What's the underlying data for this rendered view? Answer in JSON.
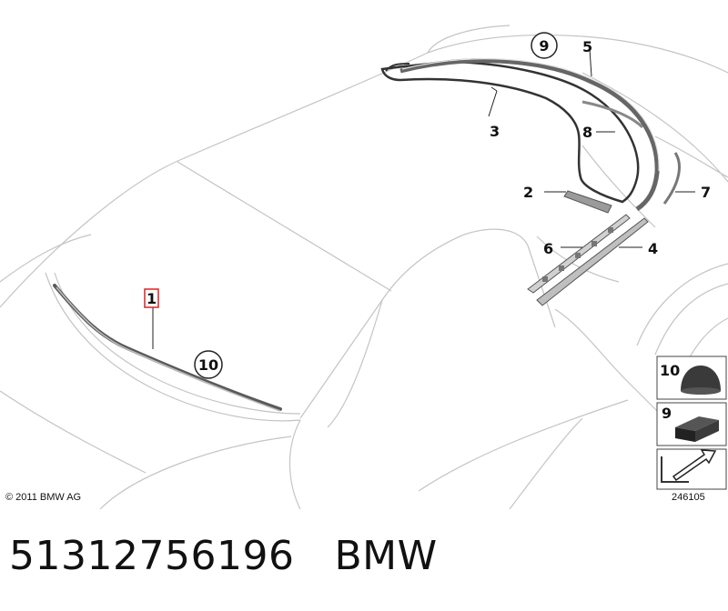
{
  "diagram": {
    "callouts": {
      "c1": "1",
      "c2": "2",
      "c3": "3",
      "c4": "4",
      "c5": "5",
      "c6": "6",
      "c7": "7",
      "c8": "8",
      "c9": "9",
      "c10": "10"
    },
    "legend": {
      "item10": "10",
      "item9": "9"
    },
    "copyright": "© 2011 BMW AG",
    "diagram_id": "246105"
  },
  "caption": {
    "part_number": "51312756196",
    "brand": "BMW"
  },
  "colors": {
    "outline": "#c8c8c8",
    "part": "#444444",
    "highlight": "#dd2222"
  }
}
